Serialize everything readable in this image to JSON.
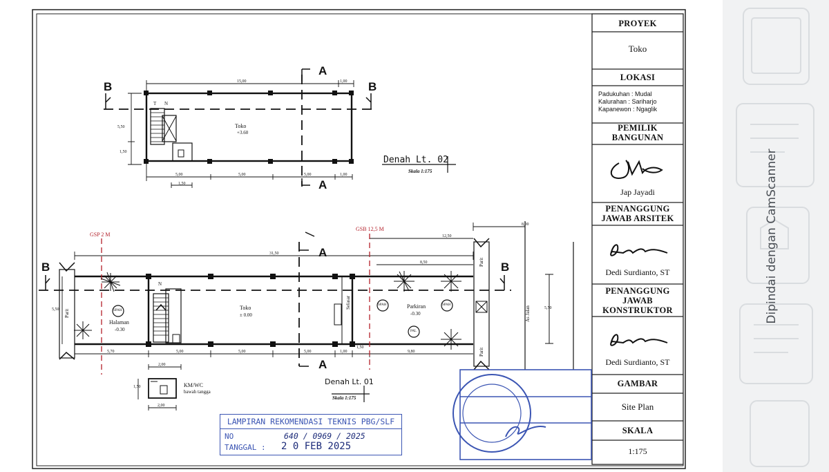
{
  "title_block": {
    "proyek_label": "PROYEK",
    "proyek_value": "Toko",
    "lokasi_label": "LOKASI",
    "lokasi_lines": [
      "Padukuhan  : Mudal",
      "Kalurahan   : Sariharjo",
      "Kapanewon : Ngaglik"
    ],
    "pemilik_label": "PEMILIK BANGUNAN",
    "pemilik_name": "Jap Jayadi",
    "arsitek_label": "PENANGGUNG JAWAB ARSITEK",
    "arsitek_name": "Dedi Surdianto, ST",
    "konstruktor_label": "PENANGGUNG JAWAB KONSTRUKTOR",
    "konstruktor_name": "Dedi Surdianto, ST",
    "gambar_label": "GAMBAR",
    "gambar_value": "Site Plan",
    "skala_label": "SKALA",
    "skala_value": "1:175"
  },
  "floor2": {
    "title": "Denah Lt. 02",
    "scale": "Skala 1:175",
    "room_name": "Toko",
    "room_level": "+3.60",
    "dim_total": "15,00",
    "dim_right": "1,00",
    "dim_height": "5,50",
    "dim_sub": "1,50",
    "dims_bottom": [
      "5,00",
      "5,00",
      "5,00",
      "1,00"
    ],
    "dim_stair": "1,50",
    "stair_labels": [
      "T",
      "N"
    ]
  },
  "floor1": {
    "title": "Denah Lt. 01",
    "scale": "Skala 1:175",
    "gsp": "GSP 2 M",
    "gsb": "GSB 12,5 M",
    "room_toko": "Toko",
    "level_toko": "± 0.00",
    "room_halaman": "Halaman",
    "level_halaman": "-0.30",
    "room_parkiran": "Parkiran",
    "level_parkiran": "-0.30",
    "selasar": "Selasar",
    "parit": "Parit",
    "jalan": "As Jalan",
    "spah": "SPAH",
    "pal": "PAL",
    "dim_total": "31,50",
    "dim_gsb": "12,50",
    "dim_road": "8,00",
    "dim_parking": "8,50",
    "dim_height": "5,50",
    "dim_road_h": "5,50",
    "dims_bottom": [
      "5,70",
      "5,00",
      "5,00",
      "5,00",
      "1,00",
      "1,50",
      "9,80"
    ],
    "dim_stair": "2,00",
    "stair_label": "N"
  },
  "kmwc": {
    "label": "KM/WC",
    "sub": "bawah tangga",
    "dim_w": "2,00",
    "dim_h": "1,50"
  },
  "section_marks": {
    "a": "A",
    "b": "B"
  },
  "rekomendasi": {
    "title": "LAMPIRAN REKOMENDASI TEKNIS PBG/SLF",
    "no_label": "NO",
    "no_value": "640 / 0969 / 2025",
    "tanggal_label": "TANGGAL :",
    "tanggal_value": "2 0 FEB 2025"
  },
  "scanner": {
    "text": "Dipindai dengan CamScanner"
  },
  "colors": {
    "ink": "#111111",
    "stamp_blue": "#3b55b3",
    "gsp_red": "#b3202a",
    "watermark": "#4a4f55"
  }
}
